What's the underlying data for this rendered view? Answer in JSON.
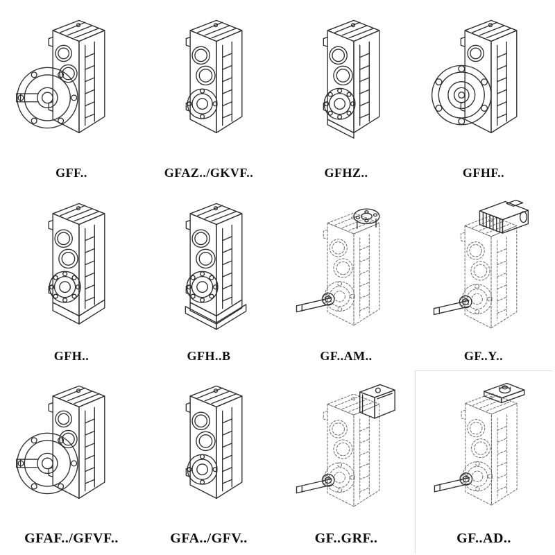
{
  "page": {
    "background": "#ffffff",
    "line_color": "#2e2e2e",
    "dashed_line_color": "#6b6b6b"
  },
  "grid": {
    "rows": 3,
    "columns": 4,
    "cells": [
      {
        "label": "GFF..",
        "illustration": "gearbox-flange-output-shaft"
      },
      {
        "label": "GFAZ../GKVF..",
        "illustration": "gearbox-hollow-shaft"
      },
      {
        "label": "GFHZ..",
        "illustration": "gearbox-hollow-shaft-bearing"
      },
      {
        "label": "GFHF..",
        "illustration": "gearbox-output-flange"
      },
      {
        "label": "GFH..",
        "illustration": "gearbox-foot-mounted"
      },
      {
        "label": "GFH..B",
        "illustration": "gearbox-foot-mounted-base"
      },
      {
        "label": "GF..AM..",
        "illustration": "gearbox-iec-adapter-phantom"
      },
      {
        "label": "GF..Y..",
        "illustration": "gearbox-with-motor-phantom"
      },
      {
        "label": "GFAF../GFVF..",
        "illustration": "gearbox-flange-output-shaft"
      },
      {
        "label": "GFA../GFV..",
        "illustration": "gearbox-hollow-shaft"
      },
      {
        "label": "GF..GRF..",
        "illustration": "gearbox-input-adapter-phantom"
      },
      {
        "label": "GF..AD..",
        "illustration": "gearbox-input-shaft-adapter-phantom"
      }
    ]
  }
}
